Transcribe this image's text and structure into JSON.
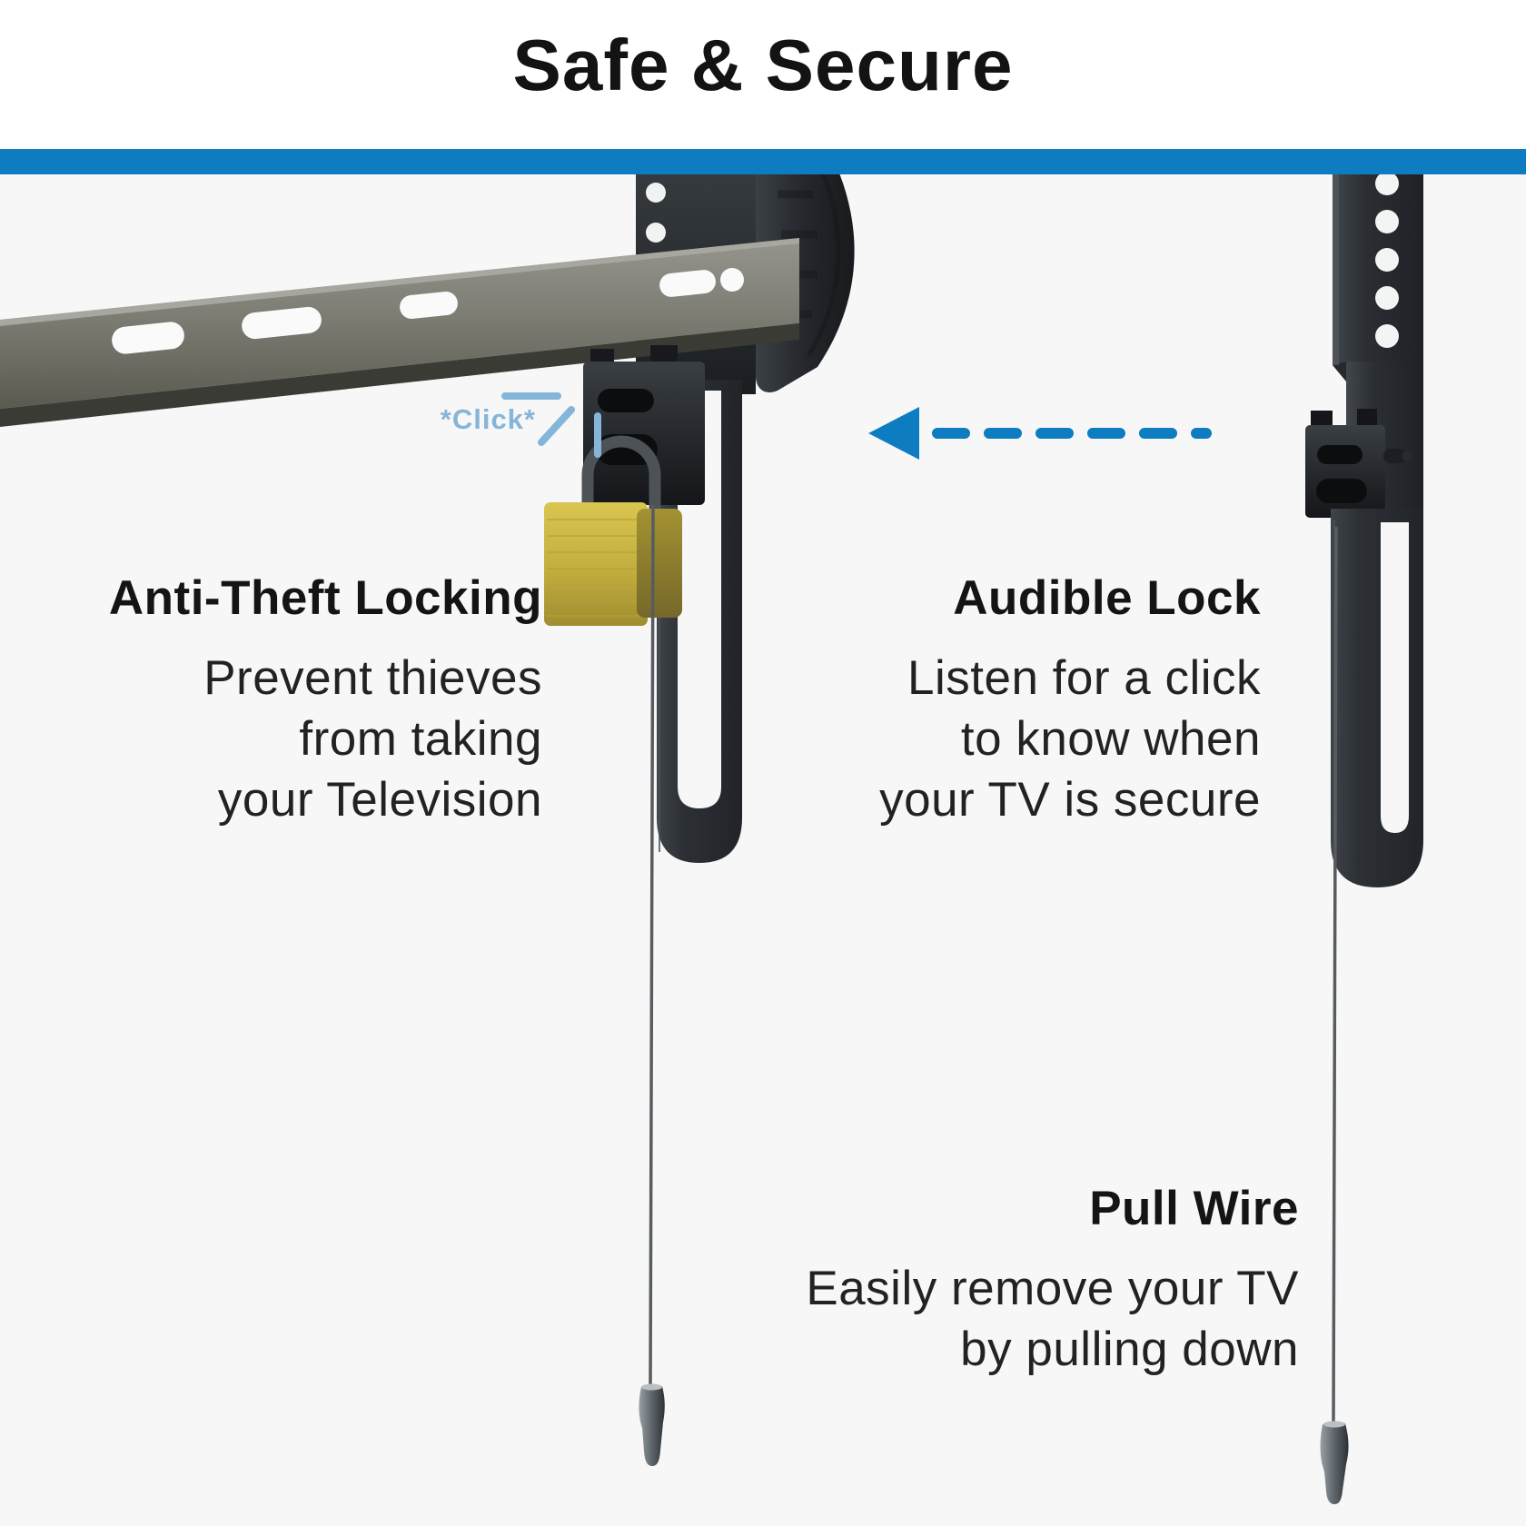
{
  "page": {
    "title": "Safe & Secure",
    "accent_color": "#0e7cc1",
    "click_color": "#85b5d9",
    "padlock_color": "#c8b23d",
    "background_color": "#f7f7f8"
  },
  "annotations": {
    "click_label": "*Click*",
    "arrow_direction": "left"
  },
  "features": [
    {
      "id": "anti-theft",
      "heading": "Anti-Theft Locking",
      "lines": [
        "Prevent thieves",
        "from taking",
        "your Television"
      ]
    },
    {
      "id": "audible-lock",
      "heading": "Audible Lock",
      "lines": [
        "Listen for a click",
        "to know when",
        "your TV is secure"
      ]
    },
    {
      "id": "pull-wire",
      "heading": "Pull Wire",
      "lines": [
        "Easily remove your TV",
        "by pulling down"
      ]
    }
  ]
}
